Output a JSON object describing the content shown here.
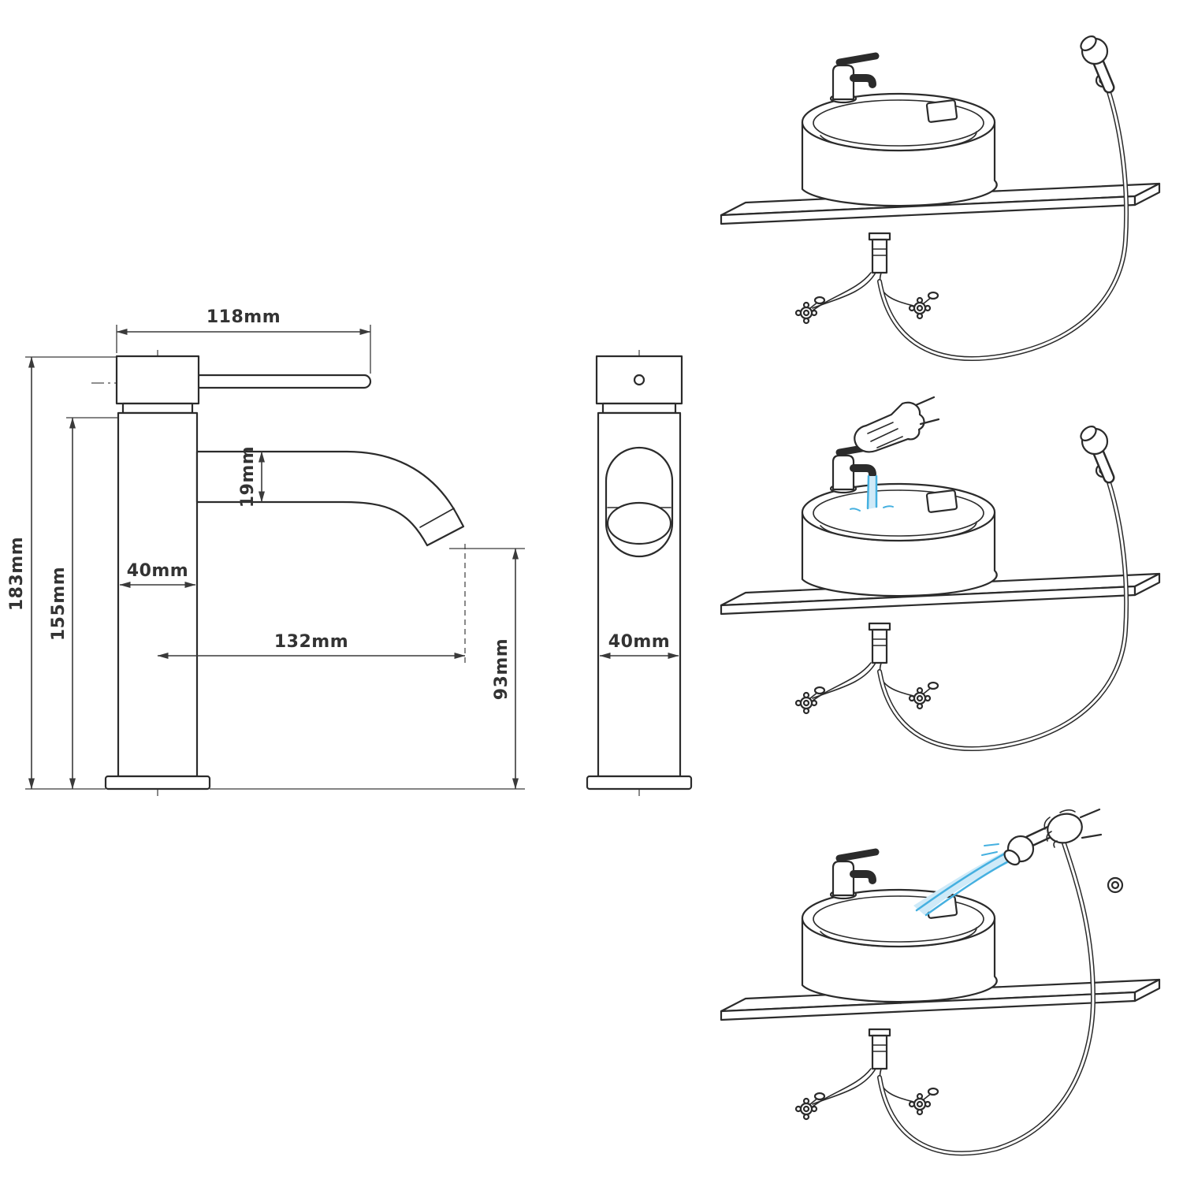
{
  "meta": {
    "background_color": "#ffffff",
    "line_color": "#2b2b2b",
    "dimension_text_color": "#333333",
    "water_color": "#45b0e0",
    "water_fill_color": "#cfeaf8"
  },
  "technical_drawing": {
    "side_view_dimensions": {
      "handle_spout_reach": "118mm",
      "total_height": "183mm",
      "body_height": "155mm",
      "body_width": "40mm",
      "spout_tube": "19mm",
      "spout_reach": "132mm",
      "outlet_height": "93mm"
    },
    "front_view_dimensions": {
      "body_width": "40mm"
    }
  }
}
